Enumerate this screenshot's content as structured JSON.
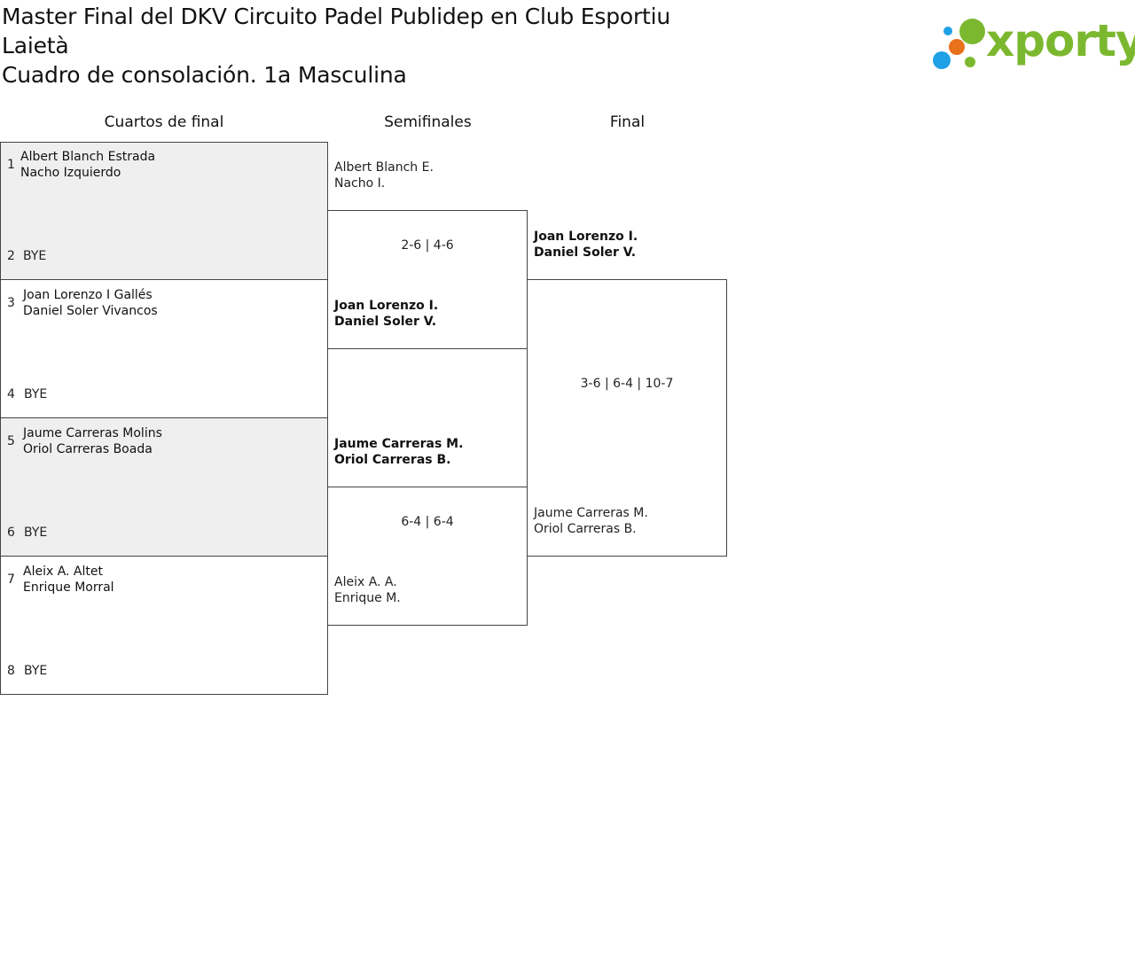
{
  "title": {
    "line1": "Master Final del DKV Circuito Padel Publidep en Club Esportiu",
    "line2": "Laietà",
    "line3": "Cuadro de consolación. 1a Masculina"
  },
  "logo": {
    "text": "xporty",
    "colors": {
      "green": "#7cb82f",
      "orange": "#e8711c",
      "blue": "#1ea0e6"
    }
  },
  "rounds": {
    "quarters": "Cuartos de final",
    "semis": "Semifinales",
    "final": "Final"
  },
  "quarterfinals": [
    {
      "seed_a": "1",
      "team_a": [
        "Albert Blanch Estrada",
        "Nacho Izquierdo"
      ],
      "seed_b": "2",
      "team_b": "BYE"
    },
    {
      "seed_a": "3",
      "team_a": [
        "Joan Lorenzo I Gallés",
        "Daniel Soler Vivancos"
      ],
      "seed_b": "4",
      "team_b": "BYE"
    },
    {
      "seed_a": "5",
      "team_a": [
        "Jaume Carreras Molins",
        "Oriol Carreras Boada"
      ],
      "seed_b": "6",
      "team_b": "BYE"
    },
    {
      "seed_a": "7",
      "team_a": [
        "Aleix A. Altet",
        "Enrique Morral"
      ],
      "seed_b": "8",
      "team_b": "BYE"
    }
  ],
  "semifinals": [
    {
      "team_a": [
        "Albert Blanch E.",
        "Nacho I."
      ],
      "team_b": [
        "Joan Lorenzo I.",
        "Daniel Soler V."
      ],
      "score": "2-6 | 4-6"
    },
    {
      "team_a": [
        "Jaume Carreras M.",
        "Oriol Carreras B."
      ],
      "team_b": [
        "Aleix A. A.",
        "Enrique M."
      ],
      "score": "6-4 | 6-4"
    }
  ],
  "final": {
    "team_a": [
      "Joan Lorenzo I.",
      "Daniel Soler V."
    ],
    "team_b": [
      "Jaume Carreras M.",
      "Oriol Carreras B."
    ],
    "score": "3-6 | 6-4 | 10-7"
  }
}
